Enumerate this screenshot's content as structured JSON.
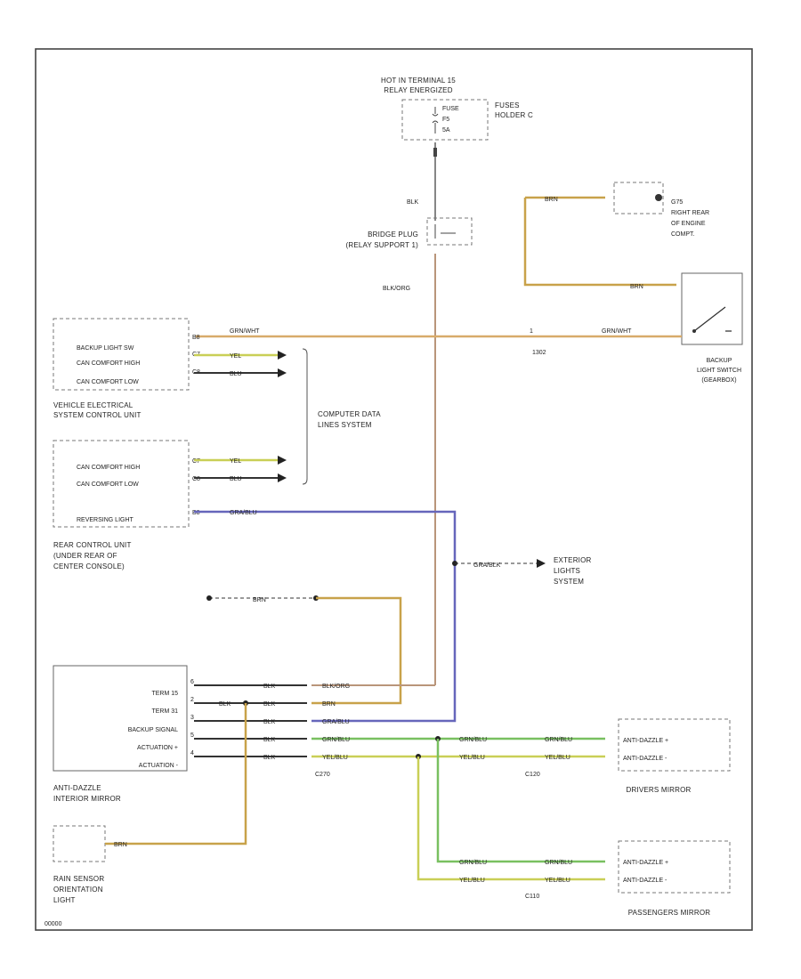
{
  "power": {
    "hot_label_1": "HOT IN TERMINAL 15",
    "hot_label_2": "RELAY ENERGIZED",
    "fuse_lines": [
      "FUSE",
      "F5",
      "5A"
    ],
    "fuse_holder_1": "FUSES",
    "fuse_holder_2": "HOLDER C"
  },
  "bridge": {
    "line1": "BRIDGE PLUG",
    "line2": "(RELAY SUPPORT 1)"
  },
  "ground": {
    "line1": "G75",
    "line2": "RIGHT REAR",
    "line3": "OF ENGINE",
    "line4": "COMPT."
  },
  "backup_switch": {
    "line1": "BACKUP",
    "line2": "LIGHT SWITCH",
    "line3": "(GEARBOX)"
  },
  "vecu": {
    "pins": [
      "BACKUP LIGHT SW",
      "CAN COMFORT HIGH",
      "CAN COMFORT LOW"
    ],
    "label1": "VEHICLE ELECTRICAL",
    "label2": "SYSTEM CONTROL UNIT"
  },
  "rear_cu": {
    "pins": [
      "CAN COMFORT HIGH",
      "CAN COMFORT LOW",
      "REVERSING LIGHT"
    ],
    "label1": "REAR CONTROL UNIT",
    "label2": "(UNDER REAR OF",
    "label3": "CENTER CONSOLE)"
  },
  "data_lines": {
    "line1": "COMPUTER DATA",
    "line2": "LINES SYSTEM"
  },
  "exterior": {
    "line1": "EXTERIOR",
    "line2": "LIGHTS",
    "line3": "SYSTEM"
  },
  "mirror": {
    "pins": [
      "TERM 15",
      "TERM 31",
      "BACKUP SIGNAL",
      "ACTUATION +",
      "ACTUATION -"
    ],
    "label1": "ANTI-DAZZLE",
    "label2": "INTERIOR MIRROR"
  },
  "rain": {
    "line1": "RAIN SENSOR",
    "line2": "ORIENTATION",
    "line3": "LIGHT"
  },
  "driver_mirror": {
    "line1": "ANTI-DAZZLE +",
    "line2": "ANTI-DAZZLE -",
    "label": "DRIVERS MIRROR"
  },
  "pass_mirror": {
    "line1": "ANTI-DAZZLE +",
    "line2": "ANTI-DAZZLE -",
    "label": "PASSENGERS MIRROR"
  },
  "wires": {
    "blk": "BLK",
    "blk_org": "BLK/ORG",
    "brn": "BRN",
    "grn_wht": "GRN/WHT",
    "yel": "YEL",
    "blu": "BLU",
    "gra_blu": "GRA/BLU",
    "gra_blk": "GRA/BLK",
    "blk_org_short": "BLK/ORG",
    "grn_blu": "GRN/BLU",
    "yel_blu": "YEL/BLU"
  },
  "pin_numbers": {
    "vecu": [
      "B8",
      "C7",
      "C8"
    ],
    "rear": [
      "C7",
      "C8",
      "B8"
    ],
    "mirror": [
      "6",
      "2",
      "3",
      "5",
      "4"
    ]
  },
  "connectors": {
    "c1": "1302",
    "c2": "C270",
    "c3": "C120",
    "c4": "C110",
    "c1_pin": "1"
  },
  "corner_code": "00000",
  "colors": {
    "orange": "#d8ab6a",
    "blue": "#6666bb",
    "green": "#79c060",
    "yellow": "#c9cf56",
    "black": "#333333",
    "tan": "#b9957a",
    "brown": "#c8a24a"
  }
}
